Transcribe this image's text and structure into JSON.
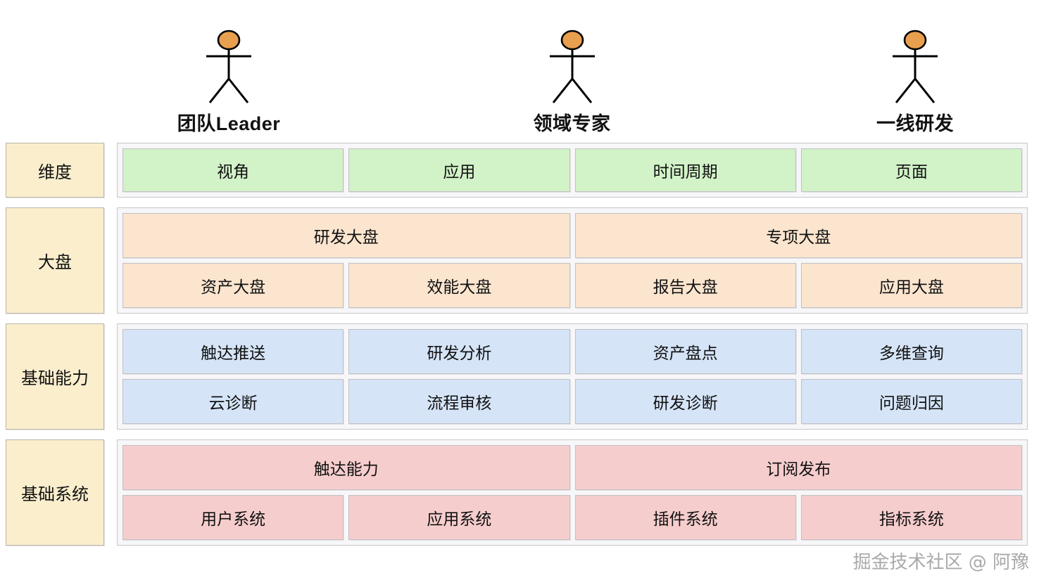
{
  "actors": [
    {
      "label": "团队Leader",
      "icon": "actor-stick-figure-icon"
    },
    {
      "label": "领域专家",
      "icon": "actor-stick-figure-icon"
    },
    {
      "label": "一线研发",
      "icon": "actor-stick-figure-icon"
    }
  ],
  "colors": {
    "actor_head": "#e8a04f",
    "band_label_bg": "#faeecd",
    "dimension_cell": "#d2f2c8",
    "dashboard_cell": "#fbe5cf",
    "capability_cell": "#d5e4f7",
    "system_cell": "#f6cdcd",
    "container_bg": "#f7f6f8",
    "border": "#c2c0c4"
  },
  "bands": [
    {
      "label": "维度",
      "color_key": "dimension_cell",
      "rows": [
        [
          {
            "text": "视角",
            "span": 1
          },
          {
            "text": "应用",
            "span": 1
          },
          {
            "text": "时间周期",
            "span": 1
          },
          {
            "text": "页面",
            "span": 1
          }
        ]
      ]
    },
    {
      "label": "大盘",
      "color_key": "dashboard_cell",
      "rows": [
        [
          {
            "text": "研发大盘",
            "span": 2
          },
          {
            "text": "专项大盘",
            "span": 2
          }
        ],
        [
          {
            "text": "资产大盘",
            "span": 1
          },
          {
            "text": "效能大盘",
            "span": 1
          },
          {
            "text": "报告大盘",
            "span": 1
          },
          {
            "text": "应用大盘",
            "span": 1
          }
        ]
      ]
    },
    {
      "label": "基础能力",
      "color_key": "capability_cell",
      "rows": [
        [
          {
            "text": "触达推送",
            "span": 1
          },
          {
            "text": "研发分析",
            "span": 1
          },
          {
            "text": "资产盘点",
            "span": 1
          },
          {
            "text": "多维查询",
            "span": 1
          }
        ],
        [
          {
            "text": "云诊断",
            "span": 1
          },
          {
            "text": "流程审核",
            "span": 1
          },
          {
            "text": "研发诊断",
            "span": 1
          },
          {
            "text": "问题归因",
            "span": 1
          }
        ]
      ]
    },
    {
      "label": "基础系统",
      "color_key": "system_cell",
      "rows": [
        [
          {
            "text": "触达能力",
            "span": 2
          },
          {
            "text": "订阅发布",
            "span": 2
          }
        ],
        [
          {
            "text": "用户系统",
            "span": 1
          },
          {
            "text": "应用系统",
            "span": 1
          },
          {
            "text": "插件系统",
            "span": 1
          },
          {
            "text": "指标系统",
            "span": 1
          }
        ]
      ]
    }
  ],
  "watermark": "掘金技术社区 @ 阿豫"
}
